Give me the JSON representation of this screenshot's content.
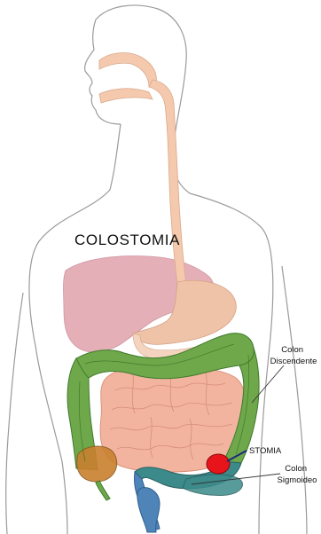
{
  "title": "COLOSTOMIA",
  "labels": {
    "colon_descendente": [
      "Colon",
      "Discendente"
    ],
    "stomia": "STOMIA",
    "colon_sigmoideo": [
      "Colon",
      "Sigmoideo"
    ]
  },
  "colors": {
    "outline": "#9a9a9a",
    "esophagus": "#f5c9ad",
    "liver": "#e3a7b1",
    "stomach": "#efc3a8",
    "small_intestine": "#f2b49f",
    "colon": "#6fa84a",
    "colon_dark": "#3f7a2c",
    "appendix_region": "#c9802f",
    "sigmoid": "#3c8a8a",
    "rectum": "#4f84b8",
    "stoma": "#e8141b",
    "leader_stoma": "#1a2a7a"
  }
}
